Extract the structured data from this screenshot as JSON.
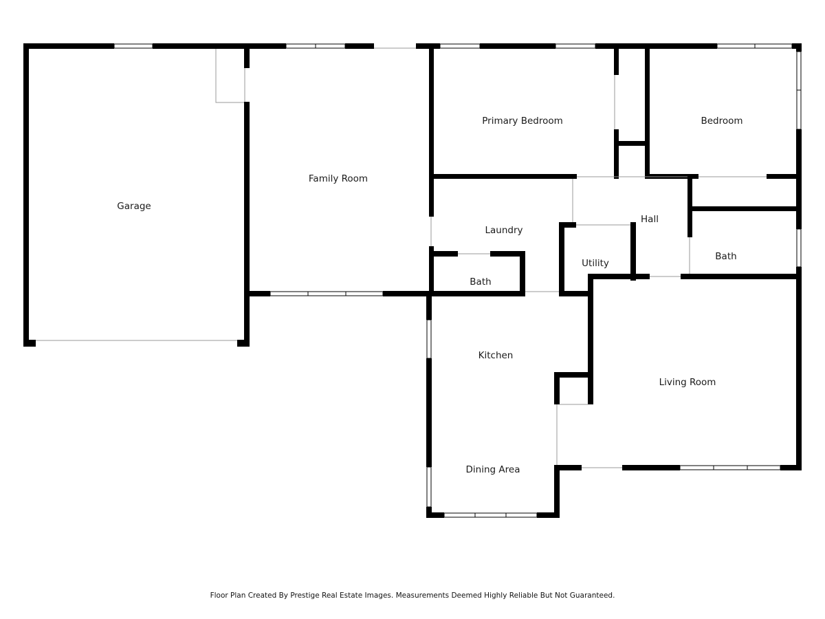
{
  "rooms": {
    "garage": "Garage",
    "family_room": "Family Room",
    "primary_bedroom": "Primary Bedroom",
    "bedroom": "Bedroom",
    "laundry": "Laundry",
    "hall": "Hall",
    "utility": "Utility",
    "bath_center": "Bath",
    "bath_right": "Bath",
    "kitchen": "Kitchen",
    "living_room": "Living Room",
    "dining_area": "Dining Area"
  },
  "footer": {
    "note": "Floor Plan Created By Prestige Real Estate Images. Measurements Deemed Highly Reliable But Not Guaranteed."
  },
  "colors": {
    "wall": "#000000",
    "window": "#ffffff",
    "background": "#ffffff"
  }
}
